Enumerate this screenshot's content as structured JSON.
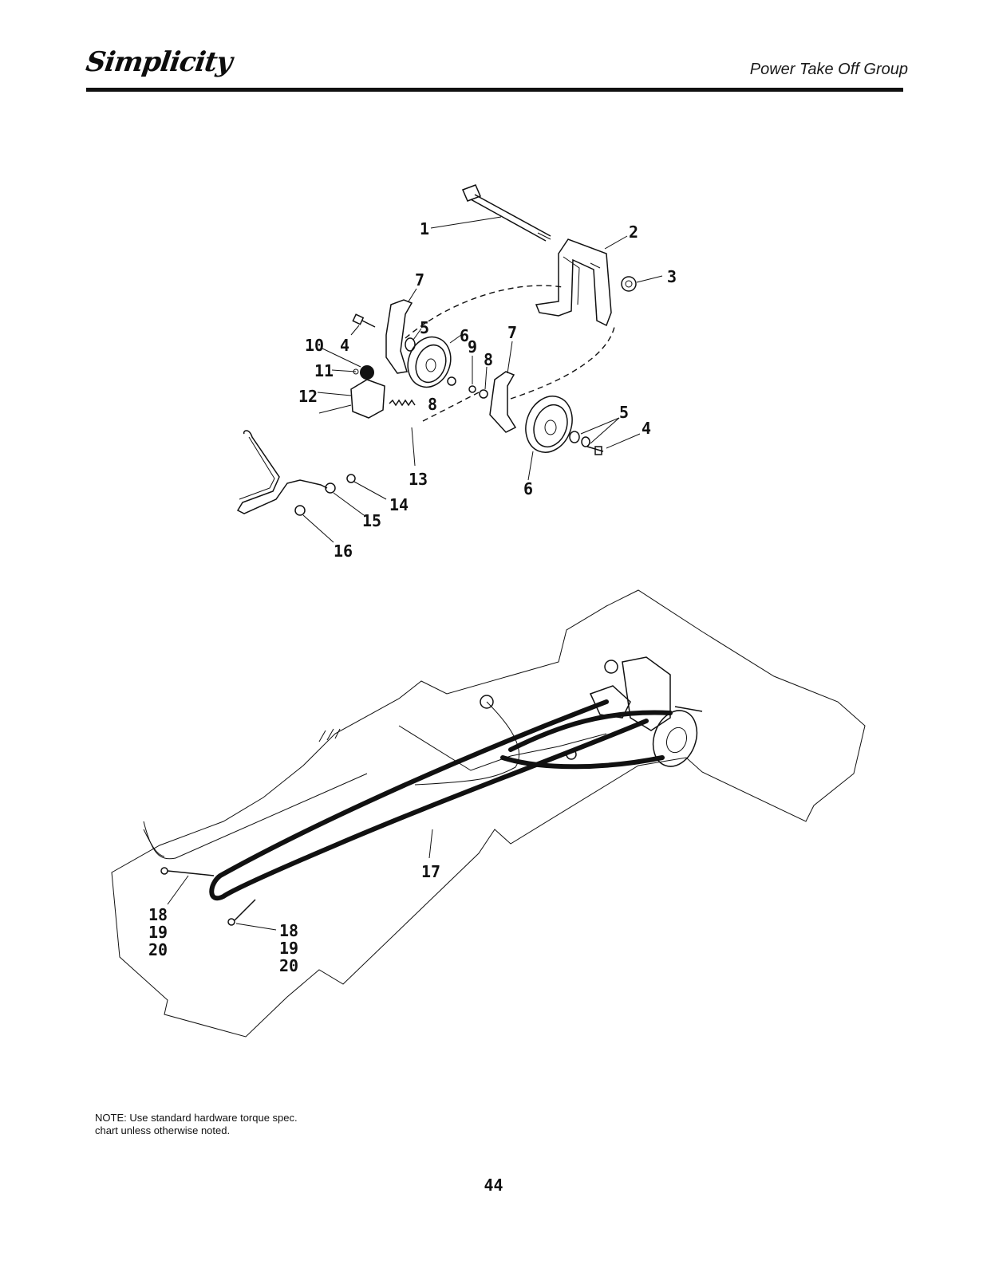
{
  "header": {
    "brand": "Simplicity",
    "section_title": "Power Take Off Group"
  },
  "callouts": {
    "c1": "1",
    "c2": "2",
    "c3": "3",
    "c4a": "4",
    "c4b": "4",
    "c5a": "5",
    "c5b": "5",
    "c6a": "6",
    "c6b": "6",
    "c7a": "7",
    "c7b": "7",
    "c8a": "8",
    "c8b": "8",
    "c9": "9",
    "c10": "10",
    "c11": "11",
    "c12": "12",
    "c13": "13",
    "c14": "14",
    "c15": "15",
    "c16": "16",
    "c17": "17",
    "c18a": "18",
    "c19a": "19",
    "c20a": "20",
    "c18b": "18",
    "c19b": "19",
    "c20b": "20"
  },
  "note": "NOTE: Use standard hardware torque spec. chart unless otherwise noted.",
  "page_number": "44"
}
